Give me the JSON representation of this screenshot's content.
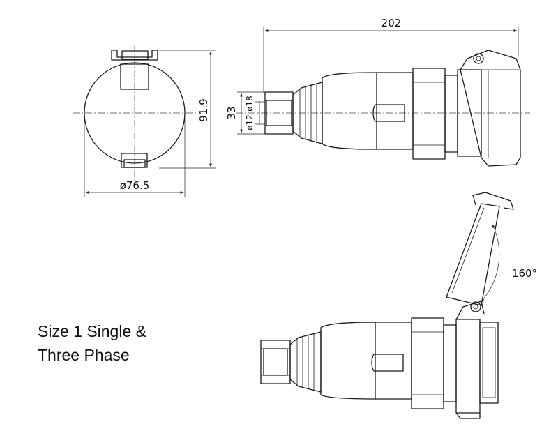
{
  "caption": {
    "line1": "Size 1 Single &",
    "line2": "Three Phase"
  },
  "dimensions": {
    "overall_length": "202",
    "front_height": "91.9",
    "front_diameter": "ø76.5",
    "gland_height": "33",
    "cable_range": "ø12-ø18",
    "lid_angle": "160°"
  },
  "colors": {
    "line": "#1a1a1a",
    "background": "#ffffff"
  }
}
